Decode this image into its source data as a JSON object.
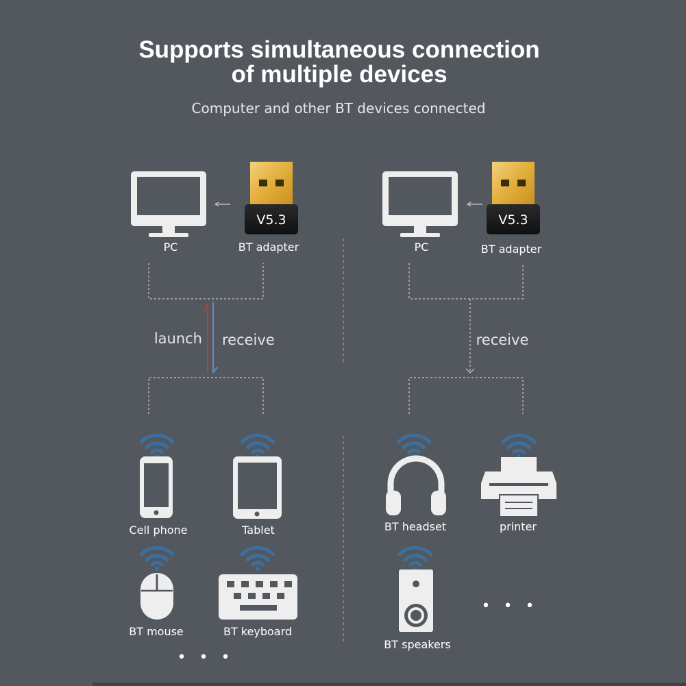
{
  "title_line1": "Supports simultaneous connection",
  "title_line2": "of multiple devices",
  "subtitle": "Computer and other BT devices connected",
  "colors": {
    "background": "#53575e",
    "icon_fill": "#eeeeee",
    "signal_blue": "#3d6f9e",
    "launch_arrow": "#b8403a",
    "receive_arrow": "#5a8fc4",
    "adapter_gold": "#e8b94a"
  },
  "left": {
    "pc_label": "PC",
    "adapter_label": "BT adapter",
    "adapter_version": "V5.3",
    "launch_label": "launch",
    "receive_label": "receive",
    "devices": [
      {
        "label": "Cell phone",
        "icon": "smartphone-icon"
      },
      {
        "label": "Tablet",
        "icon": "tablet-icon"
      },
      {
        "label": "BT mouse",
        "icon": "mouse-icon"
      },
      {
        "label": "BT keyboard",
        "icon": "keyboard-icon"
      }
    ],
    "more": "• • •"
  },
  "right": {
    "pc_label": "PC",
    "adapter_label": "BT adapter",
    "adapter_version": "V5.3",
    "receive_label": "receive",
    "devices": [
      {
        "label": "BT headset",
        "icon": "headphones-icon"
      },
      {
        "label": "printer",
        "icon": "printer-icon"
      },
      {
        "label": "BT speakers",
        "icon": "speaker-icon"
      }
    ],
    "more": "• • •"
  }
}
